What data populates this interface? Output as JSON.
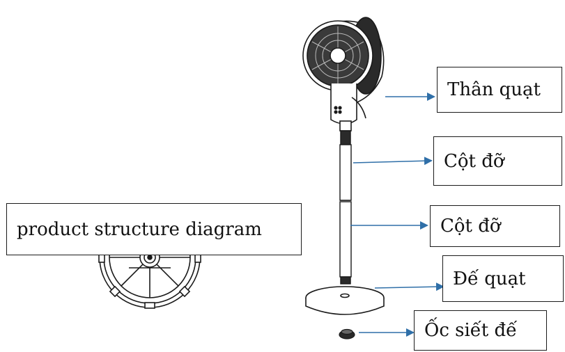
{
  "title": "product structure diagram",
  "parts": [
    {
      "label": "Thân quạt"
    },
    {
      "label": "Cột đỡ"
    },
    {
      "label": "Cột đỡ"
    },
    {
      "label": "Đế quạt"
    },
    {
      "label": "Ốc siết đế"
    }
  ],
  "colors": {
    "arrow": "#2f6fa8",
    "line": "#1a1a1a",
    "border": "#1a1a1a"
  },
  "icons": [
    "fan-head-illustration",
    "rotation-arrow-icon",
    "base-bottom-view"
  ]
}
